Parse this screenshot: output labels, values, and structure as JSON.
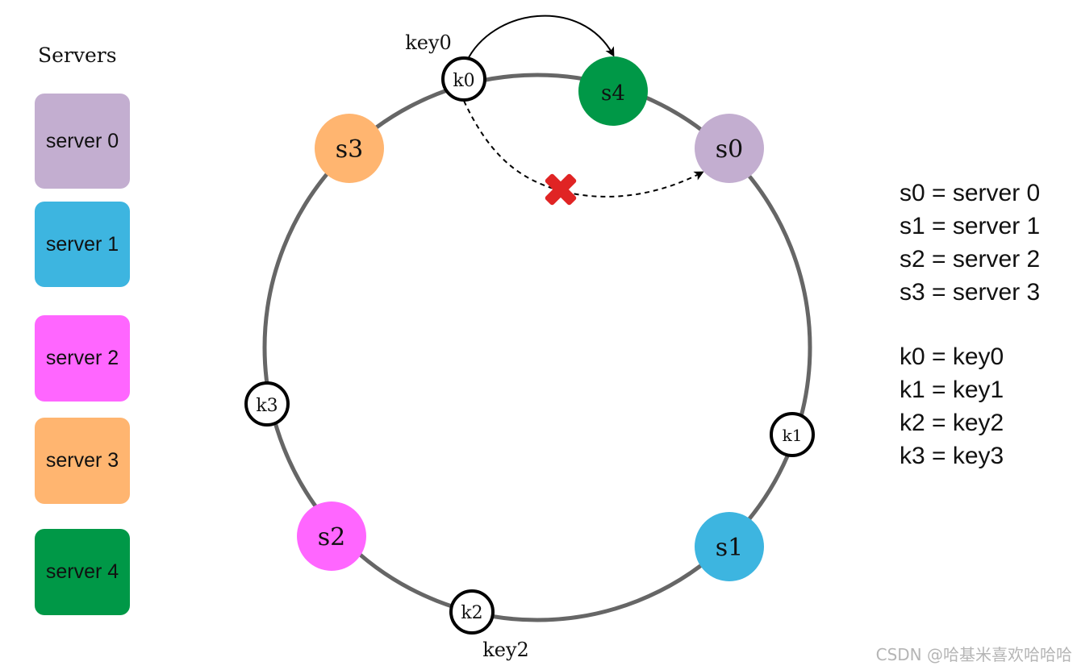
{
  "legend": {
    "title": "Servers",
    "servers": [
      {
        "label": "server 0",
        "color": "#c3aed0"
      },
      {
        "label": "server 1",
        "color": "#3db5e0"
      },
      {
        "label": "server 2",
        "color": "#ff66ff"
      },
      {
        "label": "server 3",
        "color": "#ffb570"
      },
      {
        "label": "server 4",
        "color": "#009847"
      }
    ]
  },
  "ring": {
    "servers": [
      {
        "label": "s0",
        "color": "#c3aed0"
      },
      {
        "label": "s1",
        "color": "#3db5e0"
      },
      {
        "label": "s2",
        "color": "#ff66ff"
      },
      {
        "label": "s3",
        "color": "#ffb570"
      },
      {
        "label": "s4",
        "color": "#009847"
      }
    ],
    "keys": [
      {
        "label": "k0",
        "caption": "key0"
      },
      {
        "label": "k1",
        "caption": ""
      },
      {
        "label": "k2",
        "caption": "key2"
      },
      {
        "label": "k3",
        "caption": ""
      }
    ],
    "removed_mark_color": "#e02424"
  },
  "definitions": {
    "servers": [
      "s0 = server 0",
      "s1 = server 1",
      "s2 = server 2",
      "s3 = server 3"
    ],
    "keys": [
      "k0 = key0",
      "k1 = key1",
      "k2 = key2",
      "k3 = key3"
    ]
  },
  "watermark": "CSDN @哈基米喜欢哈哈哈"
}
